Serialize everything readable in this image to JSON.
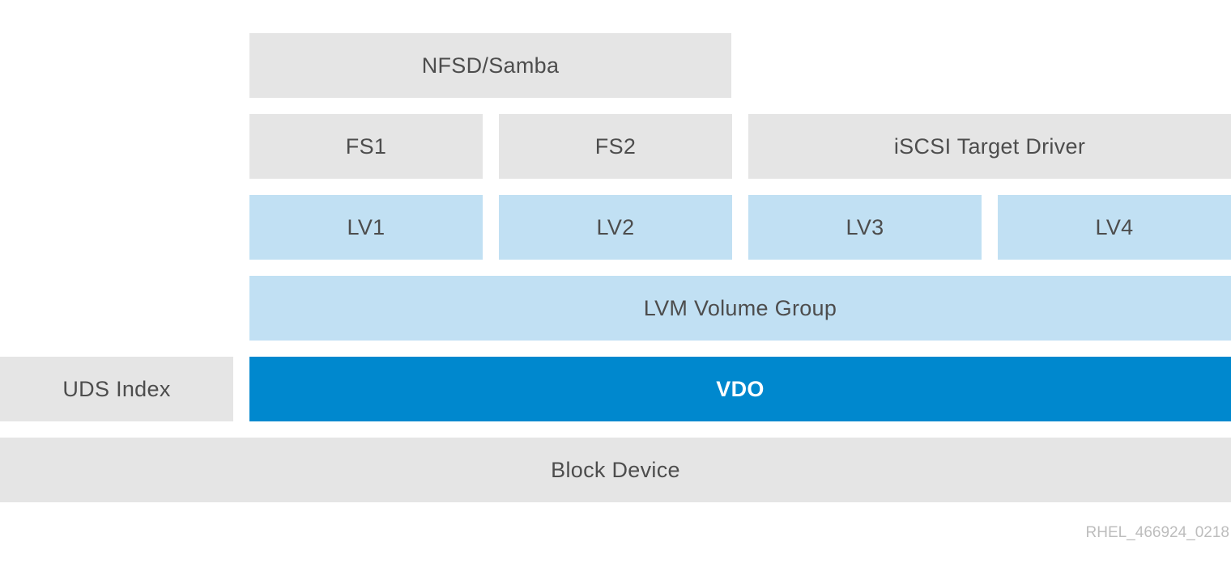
{
  "diagram": {
    "layers": {
      "nfsd_samba": "NFSD/Samba",
      "fs1": "FS1",
      "fs2": "FS2",
      "iscsi_target_driver": "iSCSI Target Driver",
      "lv1": "LV1",
      "lv2": "LV2",
      "lv3": "LV3",
      "lv4": "LV4",
      "lvm_volume_group": "LVM Volume Group",
      "uds_index": "UDS Index",
      "vdo": "VDO",
      "block_device": "Block Device"
    },
    "figure_id": "RHEL_466924_0218"
  },
  "colors": {
    "gray_block": "#e5e5e5",
    "light_blue_block": "#c1e0f3",
    "vdo_blue": "#0088ce",
    "label_text": "#4d4d4d",
    "figure_id_text": "#bdbdbd"
  }
}
